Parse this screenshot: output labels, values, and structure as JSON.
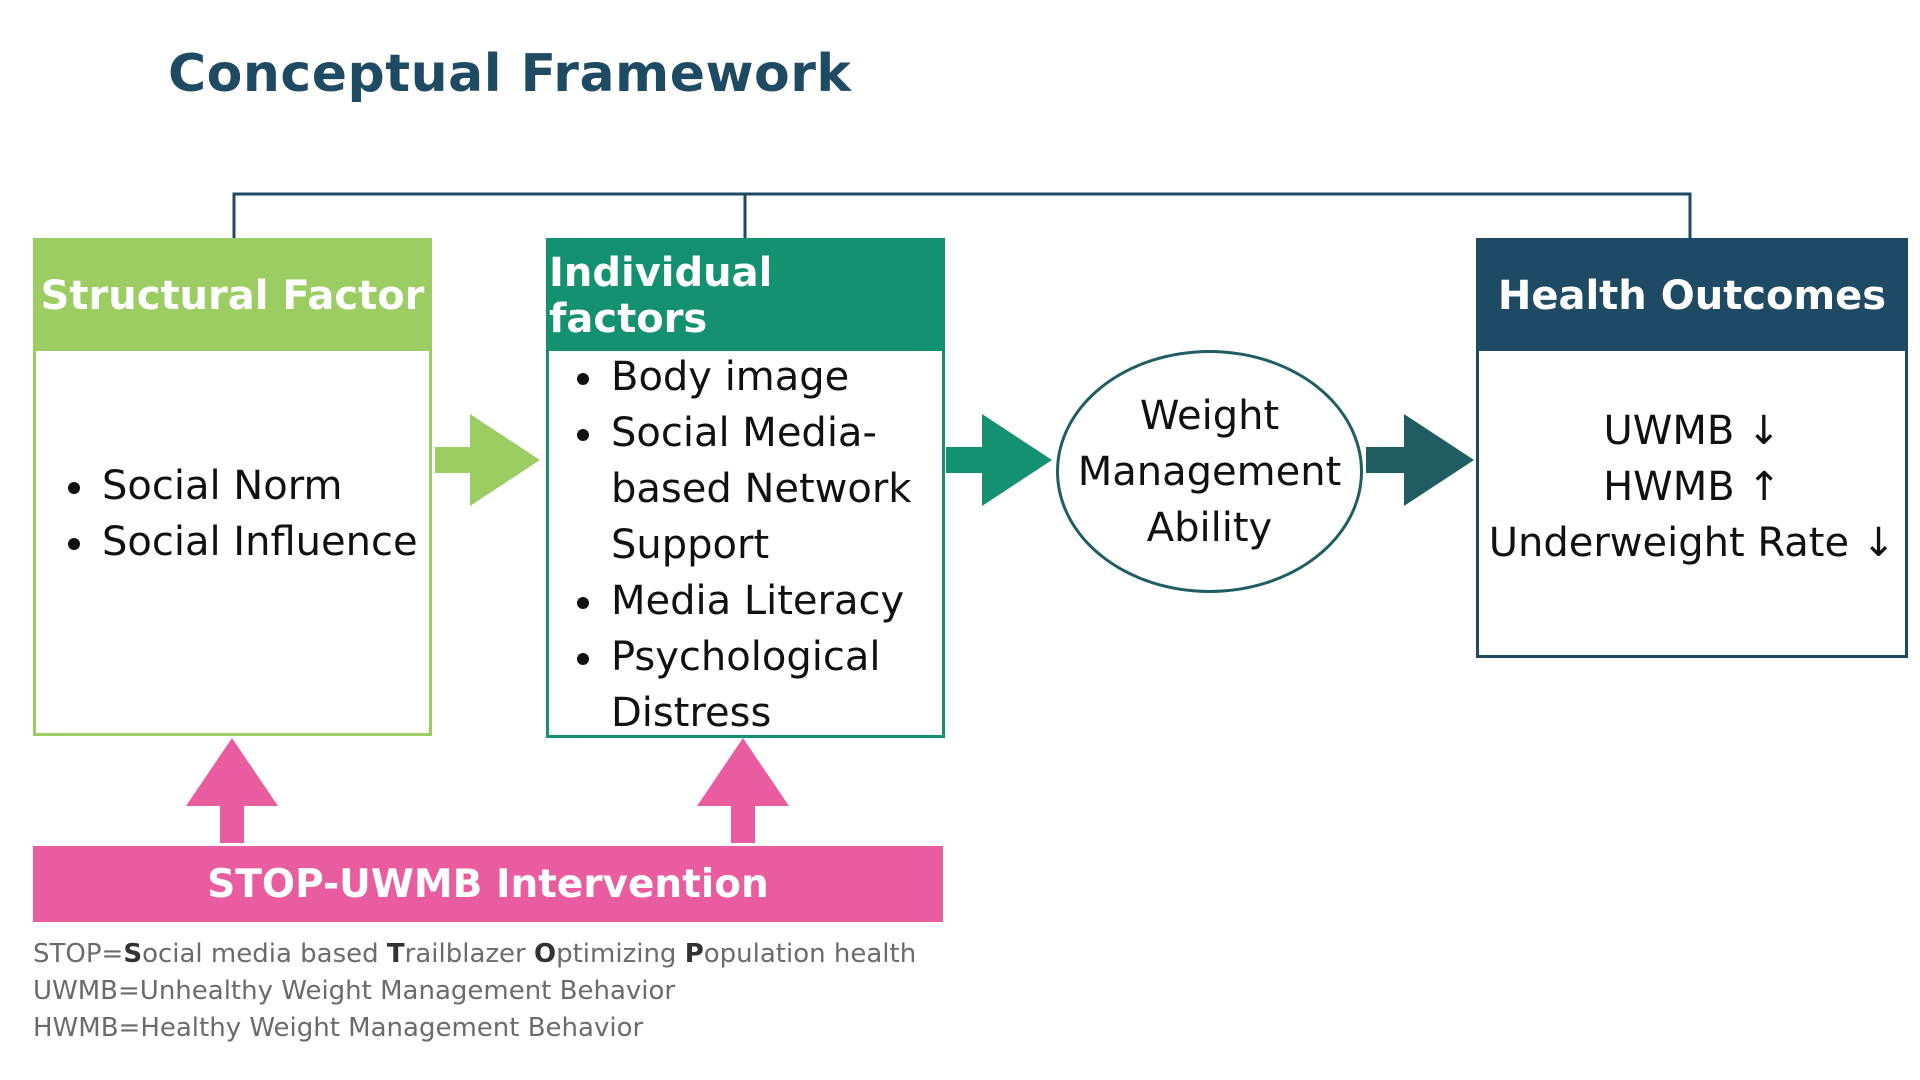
{
  "title": "Conceptual Framework",
  "colors": {
    "structural": "#9ccd62",
    "individual": "#149170",
    "outcomes": "#1f4a64",
    "ellipse_border": "#1f5d63",
    "intervention": "#ea5ca0",
    "connector": "#1f4a64"
  },
  "structural": {
    "header": "Structural Factor",
    "items": [
      "Social Norm",
      "Social Influence"
    ]
  },
  "individual": {
    "header": "Individual factors",
    "items": [
      [
        "Body image"
      ],
      [
        "Social Media-",
        "based Network",
        "Support"
      ],
      [
        "Media Literacy"
      ],
      [
        "Psychological",
        "Distress"
      ]
    ]
  },
  "mediator": {
    "lines": [
      "Weight",
      "Management",
      "Ability"
    ]
  },
  "outcomes": {
    "header": "Health Outcomes",
    "items": [
      "UWMB ↓",
      "HWMB ↑",
      "Underweight Rate ↓"
    ]
  },
  "intervention": {
    "label": "STOP-UWMB Intervention"
  },
  "footnotes": {
    "stop": {
      "prefix": "STOP=",
      "parts": [
        {
          "initial": "S",
          "rest": "ocial media based "
        },
        {
          "initial": "T",
          "rest": "railblazer "
        },
        {
          "initial": "O",
          "rest": "ptimizing "
        },
        {
          "initial": "P",
          "rest": "opulation health"
        }
      ]
    },
    "uwmb": "UWMB=Unhealthy Weight Management Behavior",
    "hwmb": "HWMB=Healthy Weight Management Behavior"
  }
}
